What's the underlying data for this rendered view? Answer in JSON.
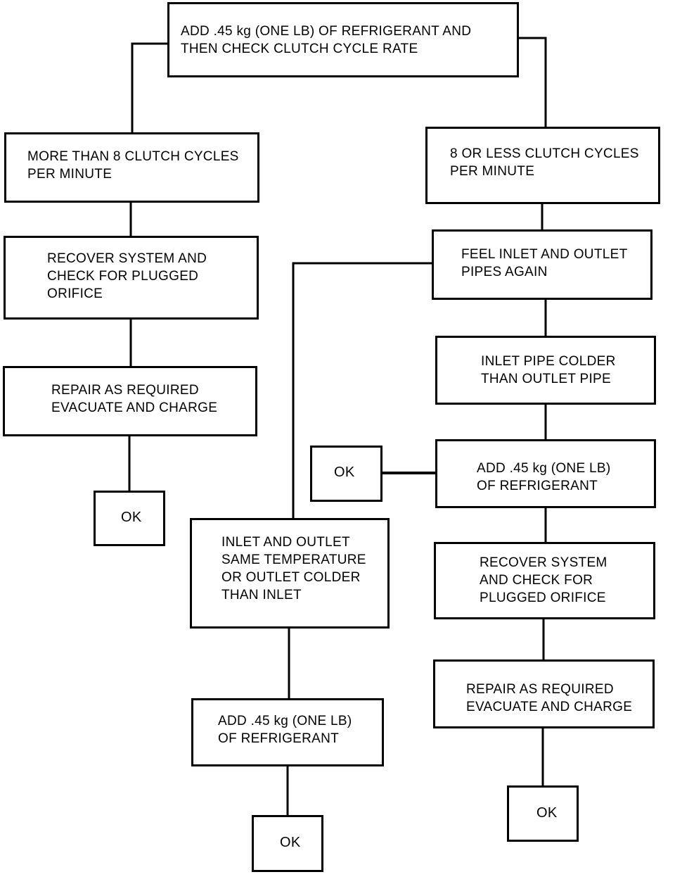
{
  "flowchart": {
    "start": "ADD .45 kg (ONE LB) OF REFRIGERANT AND\nTHEN CHECK CLUTCH CYCLE RATE",
    "left_branch": {
      "condition": "MORE THAN 8 CLUTCH CYCLES\nPER MINUTE",
      "action": "RECOVER SYSTEM AND\nCHECK FOR PLUGGED\nORIFICE",
      "repair": "REPAIR AS REQUIRED\nEVACUATE AND CHARGE",
      "result": "OK"
    },
    "right_branch": {
      "condition": "8 OR LESS CLUTCH CYCLES\nPER MINUTE",
      "action": "FEEL INLET AND OUTLET\nPIPES AGAIN",
      "inlet_colder": {
        "condition": "INLET PIPE COLDER\nTHAN OUTLET PIPE",
        "add": "ADD .45 kg (ONE LB)\nOF REFRIGERANT",
        "add_result": "OK",
        "recover": "RECOVER SYSTEM\nAND CHECK FOR\nPLUGGED ORIFICE",
        "repair": "REPAIR AS REQUIRED\nEVACUATE AND CHARGE",
        "result": "OK"
      },
      "same_temperature": {
        "condition": "INLET AND OUTLET\nSAME TEMPERATURE\nOR OUTLET COLDER\nTHAN INLET",
        "add": "ADD .45 kg (ONE LB)\nOF REFRIGERANT",
        "result": "OK"
      }
    }
  }
}
